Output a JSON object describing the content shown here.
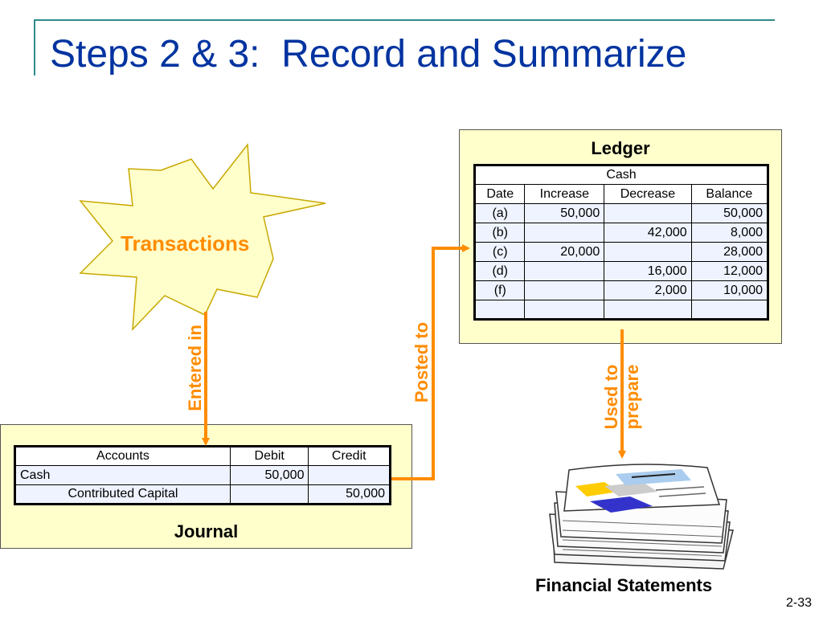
{
  "title": "Steps 2 & 3:  Record and Summarize",
  "transactions_label": "Transactions",
  "arrow_labels": {
    "entered_in": "Entered in",
    "posted_to": "Posted to",
    "used_to_line1": "Used to",
    "used_to_line2": "prepare"
  },
  "ledger": {
    "title": "Ledger",
    "account": "Cash",
    "headers": [
      "Date",
      "Increase",
      "Decrease",
      "Balance"
    ],
    "rows": [
      {
        "date": "(a)",
        "increase": "50,000",
        "decrease": "",
        "balance": "50,000"
      },
      {
        "date": "(b)",
        "increase": "",
        "decrease": "42,000",
        "balance": "8,000"
      },
      {
        "date": "(c)",
        "increase": "20,000",
        "decrease": "",
        "balance": "28,000"
      },
      {
        "date": "(d)",
        "increase": "",
        "decrease": "16,000",
        "balance": "12,000"
      },
      {
        "date": "(f)",
        "increase": "",
        "decrease": "2,000",
        "balance": "10,000"
      },
      {
        "date": "",
        "increase": "",
        "decrease": "",
        "balance": ""
      }
    ]
  },
  "journal": {
    "title": "Journal",
    "headers": [
      "Accounts",
      "Debit",
      "Credit"
    ],
    "rows": [
      {
        "account": "Cash",
        "debit": "50,000",
        "credit": ""
      },
      {
        "account": "Contributed Capital",
        "debit": "",
        "credit": "50,000"
      }
    ]
  },
  "financial_statements_label": "Financial Statements",
  "page_number": "2-33",
  "colors": {
    "title": "#0033a0",
    "accent_orange": "#ff8c00",
    "panel_fill": "#ffffcc",
    "starburst_fill": "#ffffcc",
    "rule": "#2e8b8b"
  }
}
